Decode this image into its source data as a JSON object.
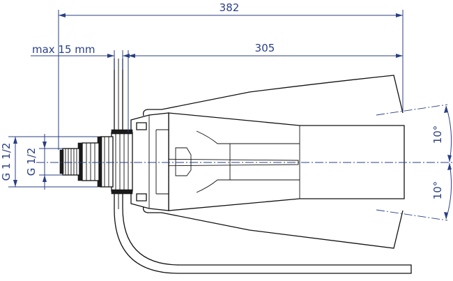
{
  "dimensions": {
    "overall_length": "382",
    "nozzle_length": "305",
    "wall_thickness": "max 15 mm",
    "outer_thread": "G 1 1/2",
    "inner_thread": "G 1/2",
    "angle_upper": "10°",
    "angle_lower": "10°"
  },
  "colors": {
    "dimension": "#2a3f86",
    "outline": "#111111"
  }
}
